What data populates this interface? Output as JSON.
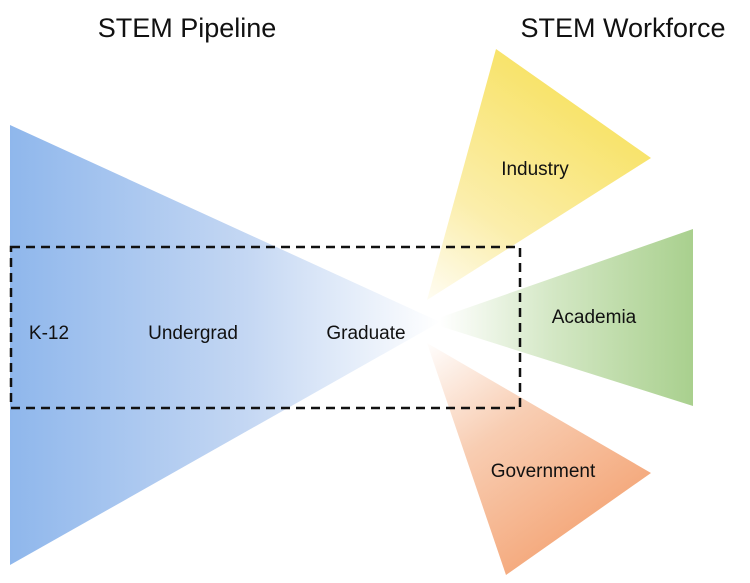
{
  "headings": {
    "pipeline": "STEM Pipeline",
    "workforce": "STEM Workforce"
  },
  "pipeline_stages": [
    "K-12",
    "Undergrad",
    "Graduate"
  ],
  "workforce_sectors": [
    {
      "name": "Industry",
      "color": "#f8e36a"
    },
    {
      "name": "Academia",
      "color": "#a9d08e"
    },
    {
      "name": "Government",
      "color": "#f4a678"
    }
  ],
  "colors": {
    "pipeline": "#8fb7ec",
    "dashed_box": "#111111"
  }
}
